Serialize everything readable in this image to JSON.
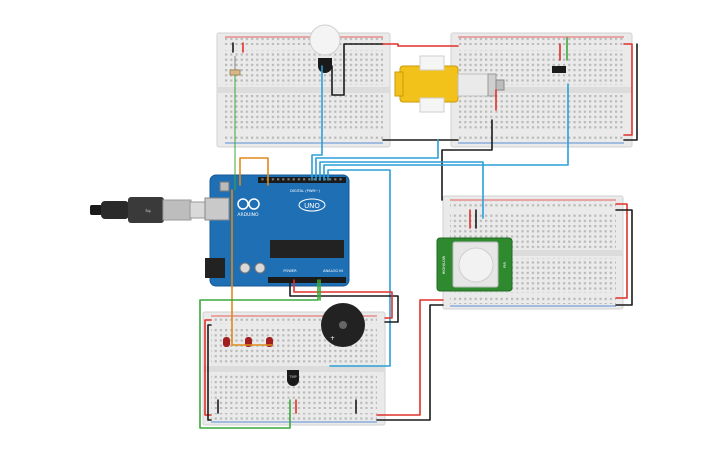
{
  "arduino": {
    "brand": "ARDUINO",
    "model": "UNO",
    "digital_label": "DIGITAL (PWM~)",
    "power_label": "POWER",
    "analog_label": "ANALOG IN",
    "chip_label": "",
    "board_color": "#1f6fb5"
  },
  "sensor": {
    "top_label": "HIGH/LOW",
    "side_label": "PIR"
  },
  "temp_sensor_label": "TMP",
  "colors": {
    "wire_red": "#e0302a",
    "wire_black": "#1a1a1a",
    "wire_blue": "#2aa0d8",
    "wire_green": "#3aa83a",
    "wire_orange": "#e08a1a",
    "breadboard": "#e9e9e9",
    "motor": "#f2c21a",
    "led": "#a31e1e"
  },
  "icons": [
    "usb-cable-icon",
    "breadboard-icon",
    "arduino-board-icon",
    "dc-motor-icon",
    "pir-sensor-icon",
    "piezo-buzzer-icon",
    "led-icon",
    "resistor-icon",
    "temperature-sensor-icon",
    "photoresistor-icon",
    "slide-switch-icon"
  ]
}
